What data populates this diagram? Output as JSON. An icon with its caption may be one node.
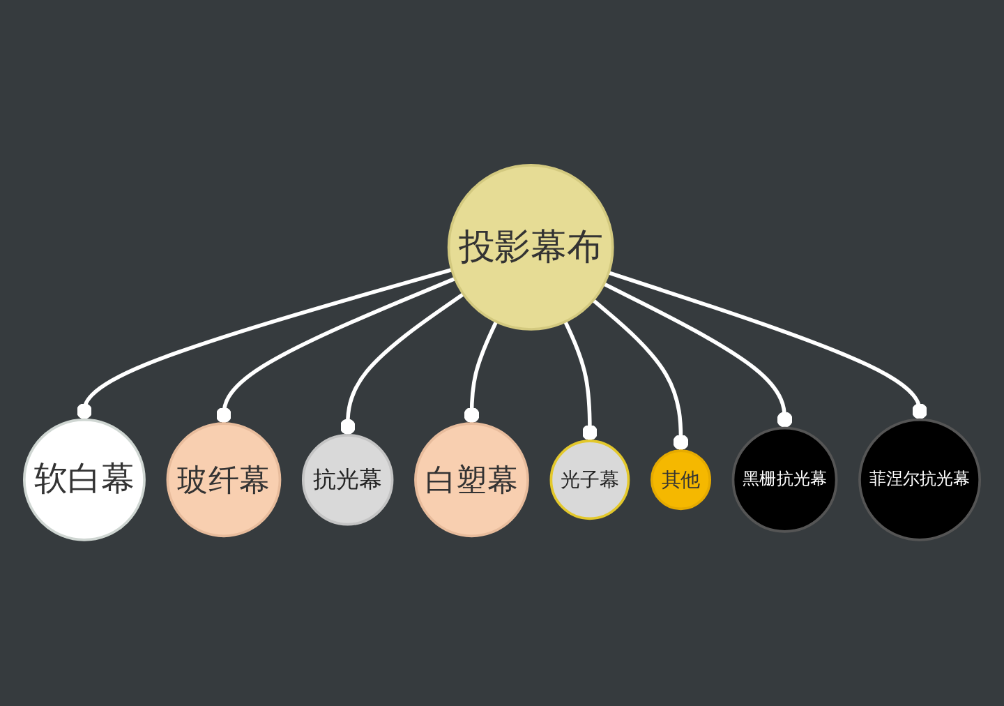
{
  "diagram": {
    "nodes": [
      {
        "text": [
          "软白幕"
        ]
      },
      {
        "text": [
          "玻纤幕"
        ]
      },
      {
        "text": [
          "抗光幕"
        ]
      },
      {
        "text": [
          "投影幕布"
        ]
      },
      {
        "text": [
          "白塑幕"
        ]
      },
      {
        "text": [
          "光子幕"
        ]
      },
      {
        "text": [
          "其他"
        ]
      },
      {
        "text": [
          "黑栅抗光幕"
        ]
      },
      {
        "text": [
          "菲涅尔抗光幕"
        ]
      }
    ],
    "edges": [
      {
        "from": 3,
        "to": 0,
        "arrow": "other"
      },
      {
        "from": 3,
        "to": 1,
        "arrow": "other"
      },
      {
        "from": 3,
        "to": 2,
        "arrow": "other"
      },
      {
        "from": 3,
        "to": 4,
        "arrow": "other"
      },
      {
        "from": 3,
        "to": 5,
        "arrow": "other"
      },
      {
        "from": 3,
        "to": 6,
        "arrow": "other"
      },
      {
        "from": 3,
        "to": 7,
        "arrow": "other"
      },
      {
        "from": 3,
        "to": 8,
        "arrow": "other"
      }
    ]
  }
}
